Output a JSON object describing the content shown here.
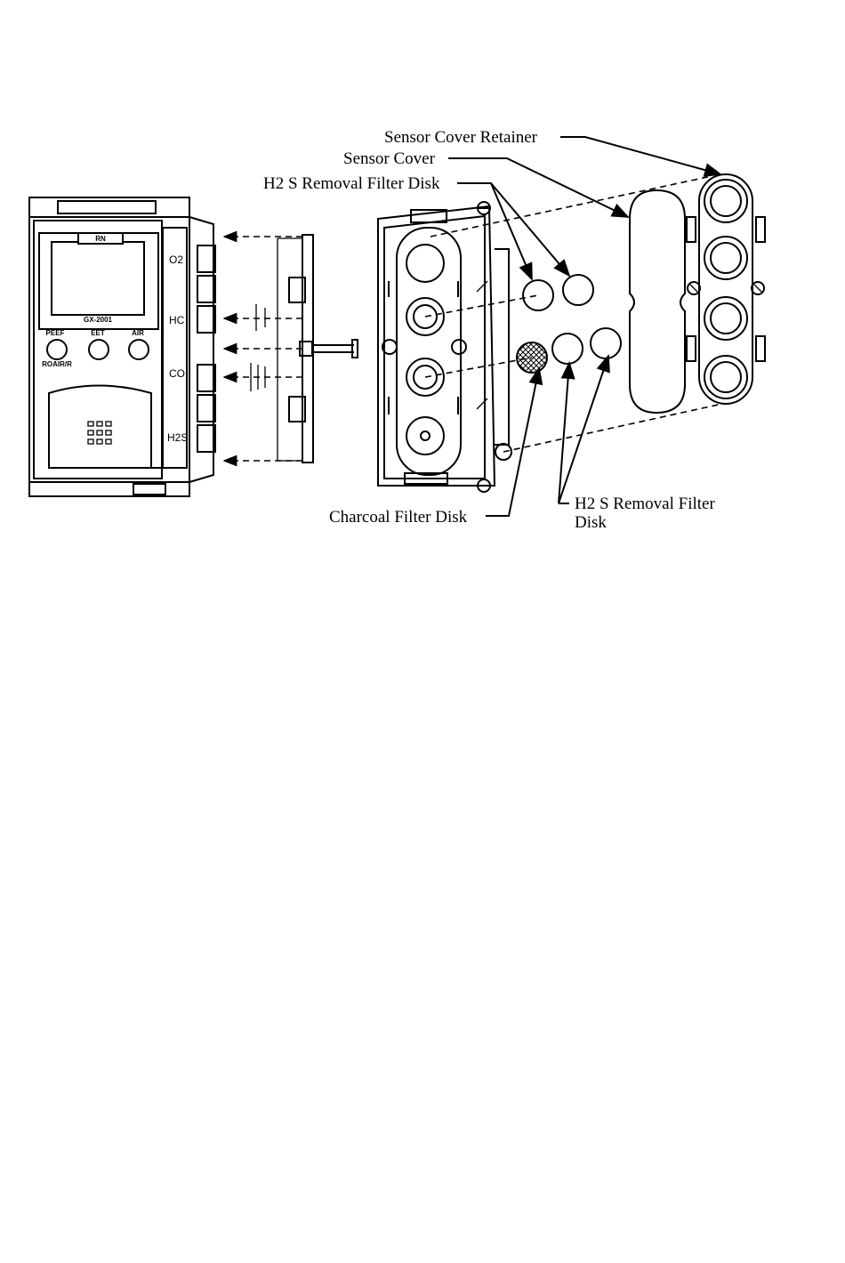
{
  "labels": {
    "sensor_cover_retainer": "Sensor Cover Retainer",
    "sensor_cover": "Sensor Cover",
    "h2s_filter_top": "H2 S Removal Filter Disk",
    "charcoal_filter": "Charcoal Filter Disk",
    "h2s_filter_bottom_1": "H2 S Removal Filter",
    "h2s_filter_bottom_2": "Disk"
  },
  "device": {
    "screen_tab": "RN",
    "model": "GX-2001",
    "buttons": [
      "PEEF",
      "EET",
      "AIR"
    ],
    "button_sub": "ROAIR/R"
  },
  "gas_channels": [
    "O2",
    "HC",
    "CO",
    "H2S"
  ]
}
